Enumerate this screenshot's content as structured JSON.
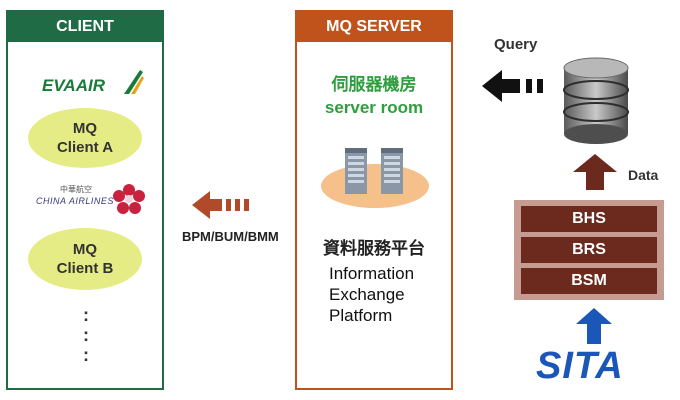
{
  "client": {
    "header": "CLIENT",
    "eva_logo_text": "EVAAIR",
    "client_a": [
      "MQ",
      "Client A"
    ],
    "china_logo_cn": "中華航空",
    "china_logo_en": "CHINA AIRLINES",
    "client_b": [
      "MQ",
      "Client B"
    ],
    "ellipsis": ":"
  },
  "flow": {
    "bpm_label": "BPM/BUM/BMM",
    "query_label": "Query",
    "data_label": "Data"
  },
  "mq_server": {
    "header": "MQ SERVER",
    "room_cn": "伺服器機房",
    "room_en": "server room",
    "platform_cn": "資料服務平台",
    "platform_en": [
      "Information",
      "Exchange",
      "Platform"
    ]
  },
  "sources": {
    "rows": [
      "BHS",
      "BRS",
      "BSM"
    ],
    "sita_logo_text": "SITA"
  },
  "colors": {
    "client_green": "#1e6b45",
    "mq_orange": "#c0521c",
    "ellipse_yellow": "#e6ec85",
    "arrow_brown": "#b04a28",
    "stack_dark": "#6b2a1d",
    "stack_light": "#c69b91",
    "sita_blue": "#1b57b8",
    "server_green_text": "#2e9e3e"
  }
}
